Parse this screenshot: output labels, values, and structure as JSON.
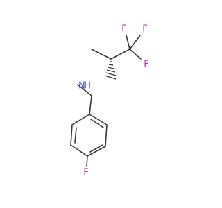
{
  "molecule": {
    "atoms": {
      "f_top_left": "F",
      "f_top_right": "F",
      "f_right": "F",
      "nitrogen": "N",
      "nitrogen_h": "H",
      "f_para": "F"
    },
    "colors": {
      "bond": "#3a3a3a",
      "fluorine": "#b0359e",
      "nitrogen": "#3c49c8",
      "background": "#ffffff"
    },
    "stereo_bond": "hashed-wedge"
  }
}
